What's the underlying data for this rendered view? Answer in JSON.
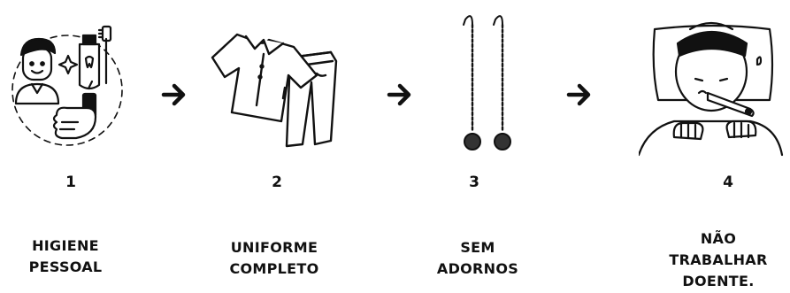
{
  "steps": [
    {
      "number": "1",
      "label": [
        "HIGIENE",
        "PESSOAL"
      ],
      "icon": "hygiene-icon"
    },
    {
      "number": "2",
      "label": [
        "UNIFORME",
        "COMPLETO"
      ],
      "icon": "uniform-icon"
    },
    {
      "number": "3",
      "label": [
        "SEM",
        "ADORNOS"
      ],
      "icon": "earrings-icon"
    },
    {
      "number": "4",
      "label": [
        "NÃO",
        "TRABALHAR",
        "DOENTE."
      ],
      "icon": "sick-person-icon"
    }
  ],
  "colors": {
    "ink": "#111111",
    "background": "#ffffff"
  }
}
